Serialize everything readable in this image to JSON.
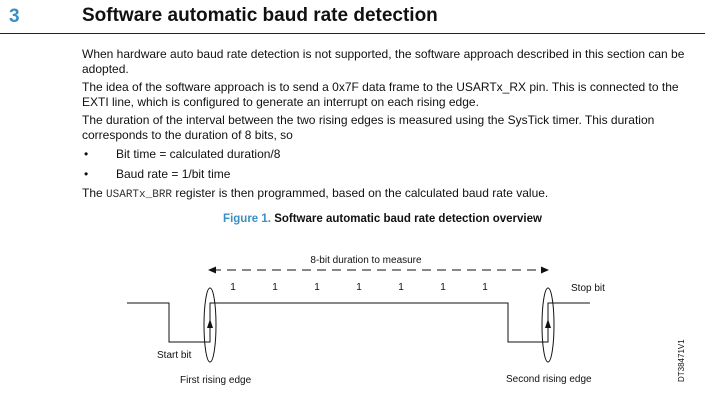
{
  "section": {
    "number": "3",
    "title": "Software automatic baud rate detection"
  },
  "paragraphs": {
    "p1": "When hardware auto baud rate detection is not supported, the software approach described in this section can be adopted.",
    "p2": "The idea of the software approach is to send a 0x7F data frame to the USARTx_RX pin. This is connected to the EXTI line, which is configured to generate an interrupt on each rising edge.",
    "p3": "The duration of the interval between the two rising edges is measured using the SysTick timer. This duration corresponds to the duration of 8 bits, so",
    "bullet_glyph": "•",
    "bullets": [
      "Bit time = calculated duration/8",
      "Baud rate = 1/bit time"
    ],
    "p4_before": "The ",
    "p4_code": "USARTx_BRR",
    "p4_after": " register is then programmed, based on the calculated baud rate value."
  },
  "figure": {
    "label": "Figure 1.",
    "title": "Software automatic baud rate detection overview",
    "measure_label": "8-bit duration to measure",
    "bit_values": [
      "1",
      "1",
      "1",
      "1",
      "1",
      "1",
      "1"
    ],
    "start_bit_label": "Start bit",
    "stop_bit_label": "Stop bit",
    "first_edge_label": "First rising edge",
    "second_edge_label": "Second rising edge",
    "figure_id": "DT38471V1"
  }
}
